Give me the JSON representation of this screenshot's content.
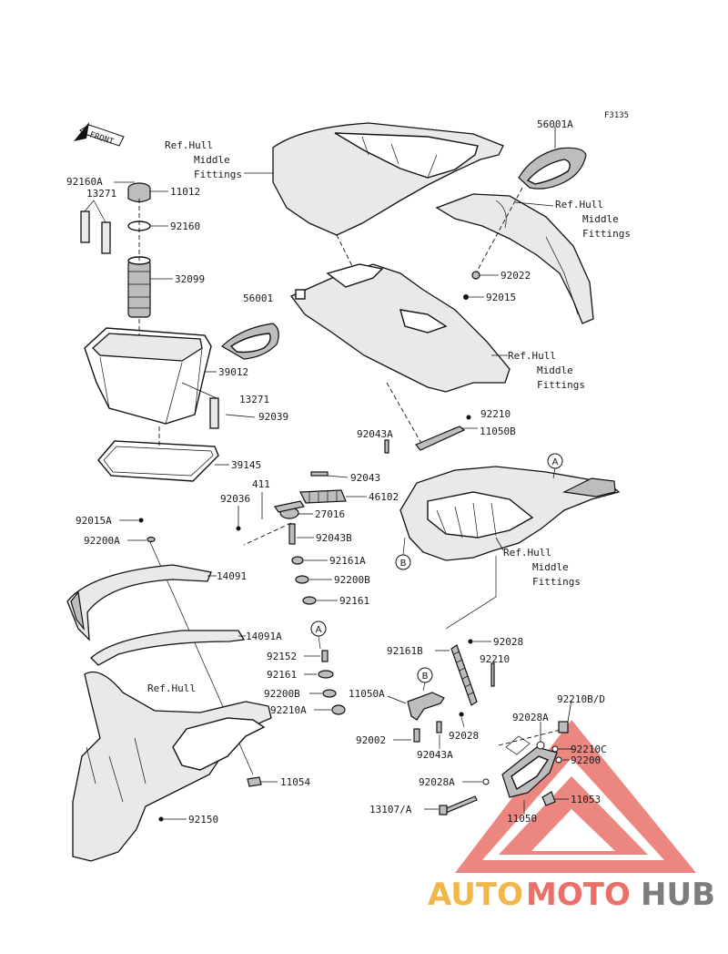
{
  "figure_code": "F3135",
  "front_arrow_label": "FRONT",
  "watermark": {
    "part_auto": "AUTO",
    "part_moto": "MOTO",
    "part_hub": "HUB",
    "color_orange": "#f2b74a",
    "color_red": "#e8716a",
    "color_gray": "#7d7d7d"
  },
  "labels": {
    "l56001A": "56001A",
    "refhull_top_1": "Ref.Hull",
    "refhull_top_2": "Middle",
    "refhull_top_3": "Fittings",
    "l92160A": "92160A",
    "l13271a": "13271",
    "l11012": "11012",
    "l92160": "92160",
    "l32099": "32099",
    "refhull_right_1": "Ref.Hull",
    "refhull_right_2": "Middle",
    "refhull_right_3": "Fittings",
    "l92022": "92022",
    "l92015": "92015",
    "l56001": "56001",
    "refhull_mid_1": "Ref.Hull",
    "refhull_mid_2": "Middle",
    "refhull_mid_3": "Fittings",
    "l39012": "39012",
    "l13271b": "13271",
    "l92039": "92039",
    "l92210a": "92210",
    "l11050B": "11050B",
    "l92043A": "92043A",
    "l39145": "39145",
    "l92043": "92043",
    "l411": "411",
    "l92036": "92036",
    "l46102": "46102",
    "l27016": "27016",
    "l92015A": "92015A",
    "l92200A": "92200A",
    "l92043B": "92043B",
    "l92161A": "92161A",
    "l92200B": "92200B",
    "l92161a": "92161",
    "refhull_low_1": "Ref.Hull",
    "refhull_low_2": "Middle",
    "refhull_low_3": "Fittings",
    "l14091": "14091",
    "l14091A": "14091A",
    "l92152": "92152",
    "l92161b": "92161",
    "l92200B_2": "92200B",
    "l92210A": "92210A",
    "refhull_hull": "Ref.Hull",
    "l92161B": "92161B",
    "l92028a": "92028",
    "l92210b": "92210",
    "l11050A": "11050A",
    "l92210BD": "92210B/D",
    "l92028A": "92028A",
    "l92210C": "92210C",
    "l92200": "92200",
    "l92002": "92002",
    "l92043A_2": "92043A",
    "l92028b": "92028",
    "l92028A_2": "92028A",
    "l11053": "11053",
    "l11054": "11054",
    "l13107A": "13107/A",
    "l11050": "11050",
    "l92150": "92150",
    "callout_A": "A",
    "callout_B": "B"
  }
}
